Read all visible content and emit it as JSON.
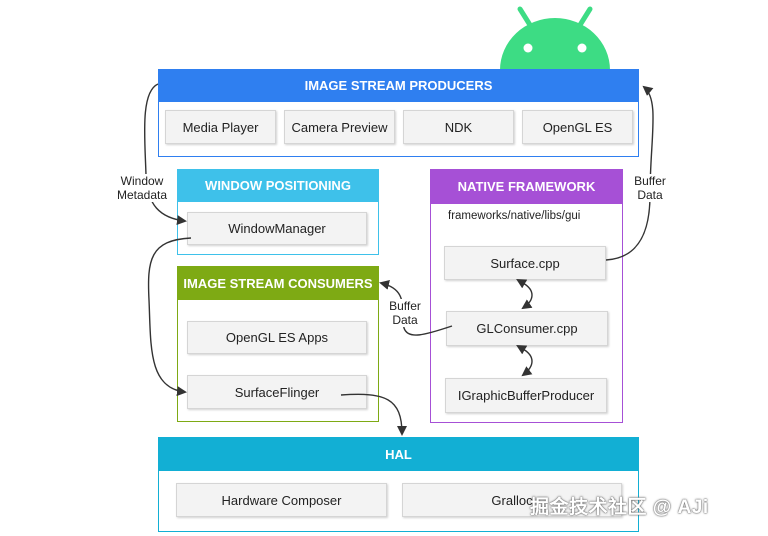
{
  "producers": {
    "title": "IMAGE STREAM PRODUCERS",
    "items": [
      "Media Player",
      "Camera Preview",
      "NDK",
      "OpenGL ES"
    ]
  },
  "window_positioning": {
    "title": "WINDOW POSITIONING",
    "items": [
      "WindowManager"
    ]
  },
  "consumers": {
    "title": "IMAGE STREAM CONSUMERS",
    "items": [
      "OpenGL ES Apps",
      "SurfaceFlinger"
    ]
  },
  "native_framework": {
    "title": "NATIVE FRAMEWORK",
    "path": "frameworks/native/libs/gui",
    "items": [
      "Surface.cpp",
      "GLConsumer.cpp",
      "IGraphicBufferProducer"
    ]
  },
  "hal": {
    "title": "HAL",
    "items": [
      "Hardware Composer",
      "Gralloc"
    ]
  },
  "labels": {
    "window_metadata_1": "Window",
    "window_metadata_2": "Metadata",
    "buffer_data_1": "Buffer",
    "buffer_data_2": "Data"
  },
  "watermark": "掘金技术社区 @ AJi",
  "colors": {
    "producers": "#2f7ff0",
    "window_positioning": "#3ec1ea",
    "consumers": "#7eaa14",
    "native_framework": "#a650d6",
    "hal": "#12afd4",
    "android": "#3ddc84"
  },
  "icons": [
    "android-robot-icon"
  ]
}
